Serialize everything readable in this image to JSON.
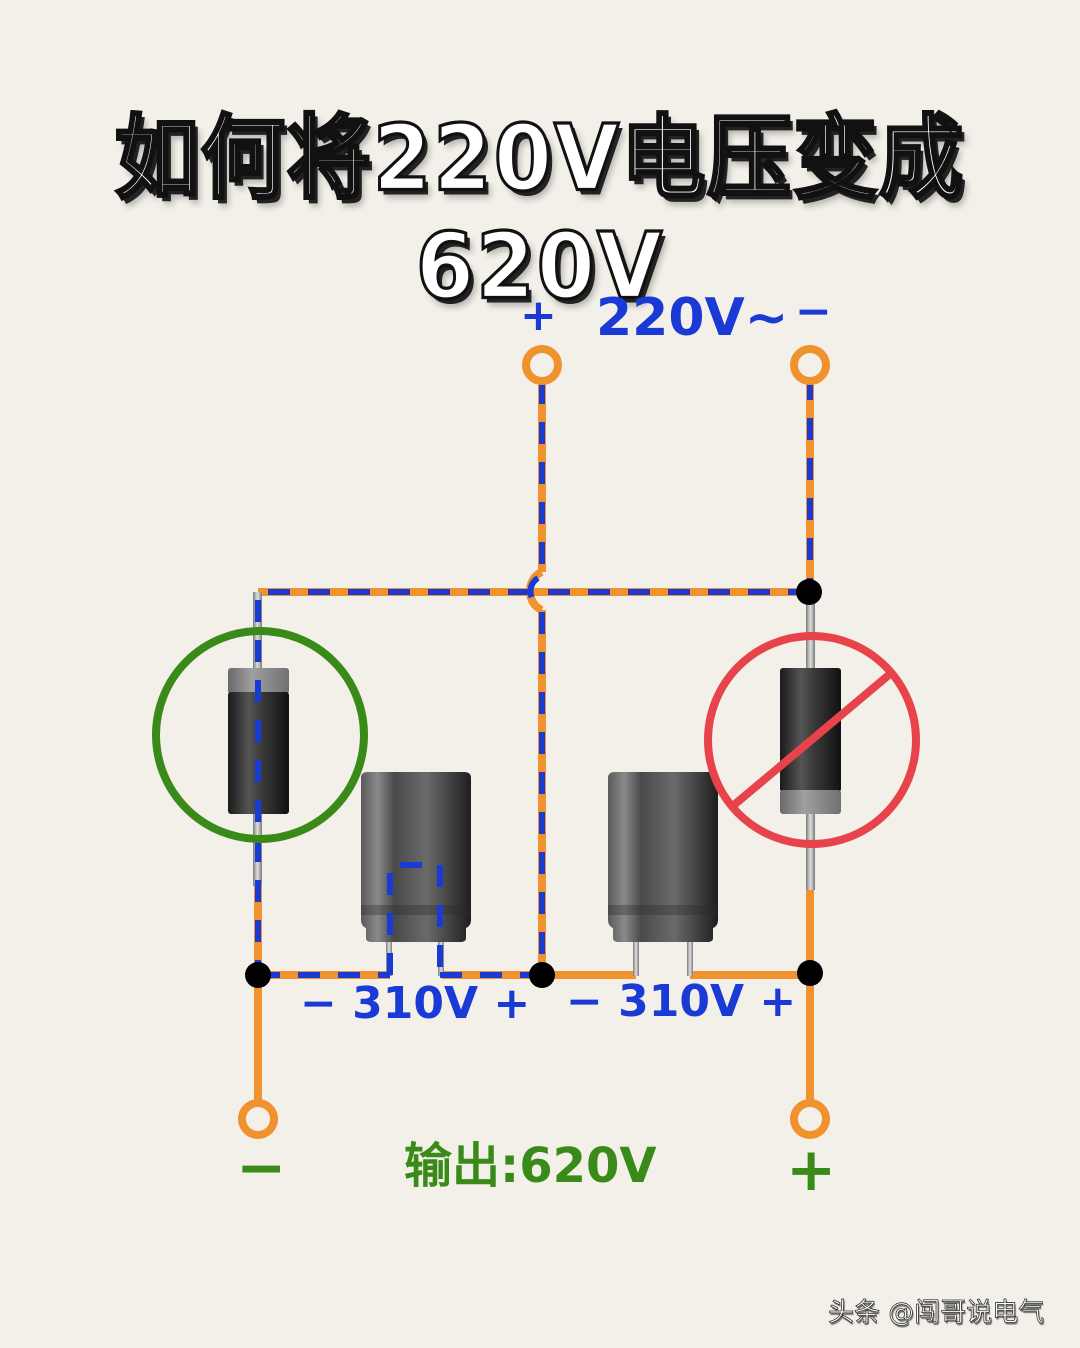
{
  "title": "如何将220V电压变成620V",
  "input": {
    "plus": "+",
    "voltage": "220V~",
    "minus": "−"
  },
  "capacitors": [
    {
      "id": "C1",
      "label": "− 310V +",
      "voltage": "310V",
      "charging": true
    },
    {
      "id": "C2",
      "label": "− 310V +",
      "voltage": "310V",
      "charging": false
    }
  ],
  "diodes": [
    {
      "id": "D1",
      "position": "left",
      "status": "conducting",
      "marker": "green-circle"
    },
    {
      "id": "D2",
      "position": "right",
      "status": "blocked",
      "marker": "red-no-sign"
    }
  ],
  "output": {
    "minus": "−",
    "label": "输出:620V",
    "plus": "+"
  },
  "watermark": "头条 @闯哥说电气",
  "colors": {
    "background": "#f3f0e9",
    "wire": "#f0922e",
    "current_path": "#1a3ad6",
    "junction": "#000000",
    "ok_marker": "#3a8a1a",
    "blocked_marker": "#e6434a",
    "output_text": "#3a8a1a",
    "label_text": "#1a3ad6"
  }
}
